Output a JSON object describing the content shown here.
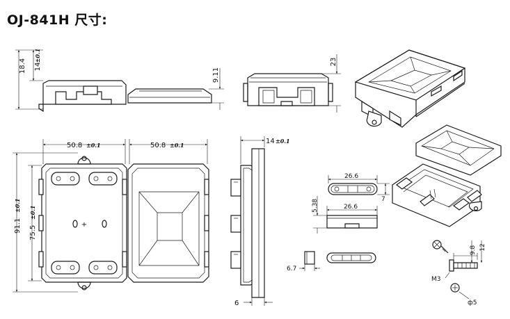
{
  "title": "OJ-841H 尺寸:",
  "dimensions": {
    "side_height_total": "18.4",
    "side_height_base": "14",
    "side_height_tol": "±0.1",
    "lid_height": "9.11",
    "front_height": "23",
    "width_left": "50.8",
    "width_left_tol": "±0.1",
    "width_right": "50.8",
    "width_right_tol": "±0.1",
    "depth": "14",
    "depth_tol": "±0.1",
    "height_total": "91.1",
    "height_total_tol": "±0.1",
    "height_inner": "75.5",
    "height_inner_tol": "±0.1",
    "flange": "6",
    "clip_width_top": "26.6",
    "clip_height_top": "7",
    "clip_width_mid": "26.6",
    "clip_height_mid": "5.38",
    "clip_small": "6.7",
    "screw_length": "9.8",
    "screw_total": "12",
    "screw_thread": "M3",
    "screw_head": "ф5"
  },
  "symbols": {
    "minus": "0",
    "plus": "+"
  }
}
